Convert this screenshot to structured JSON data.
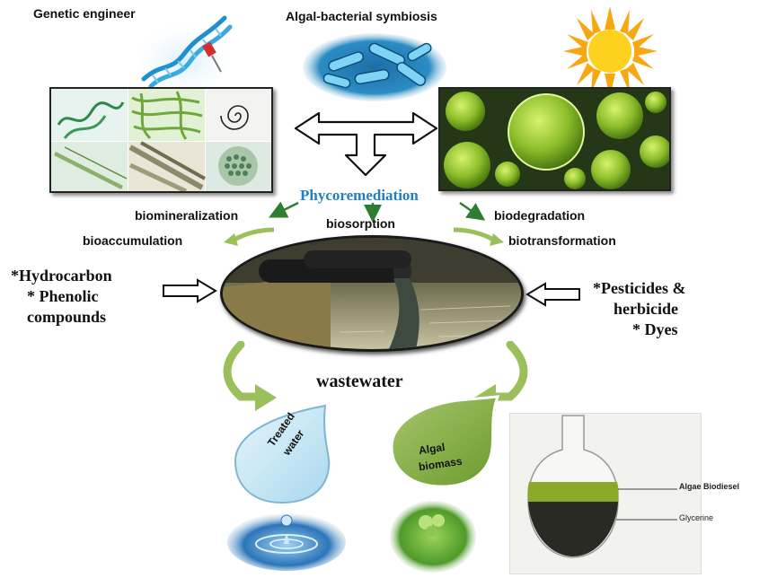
{
  "top_labels": {
    "genetic_engineer": "Genetic engineer",
    "algal_bacterial_symbiosis": "Algal-bacterial symbiosis"
  },
  "center": {
    "title": "Phycoremediation",
    "title_color": "#1f7fc6"
  },
  "processes": {
    "biomineralization": "biomineralization",
    "biosorption": "biosorption",
    "biodegradation": "biodegradation",
    "bioaccumulation": "bioaccumulation",
    "biotransformation": "biotransformation"
  },
  "pollutants_left": {
    "line1": "*Hydrocarbon",
    "line2": "* Phenolic",
    "line3": "compounds"
  },
  "pollutants_right": {
    "line1": "*Pesticides &",
    "line2": "herbicide",
    "line3": "* Dyes"
  },
  "wastewater_label": "wastewater",
  "outputs": {
    "treated_line1": "Treated",
    "treated_line2": "water",
    "biomass_line1": "Algal",
    "biomass_line2": "biomass"
  },
  "flask": {
    "upper_layer": "Algae Biodiesel",
    "lower_layer": "Glycerine"
  },
  "colors": {
    "green_arrow": "#2e7d32",
    "curved_arrow": "#9bbf5a",
    "treated_drop": "#bfe3f3",
    "biomass_drop": "#7aa53a"
  }
}
